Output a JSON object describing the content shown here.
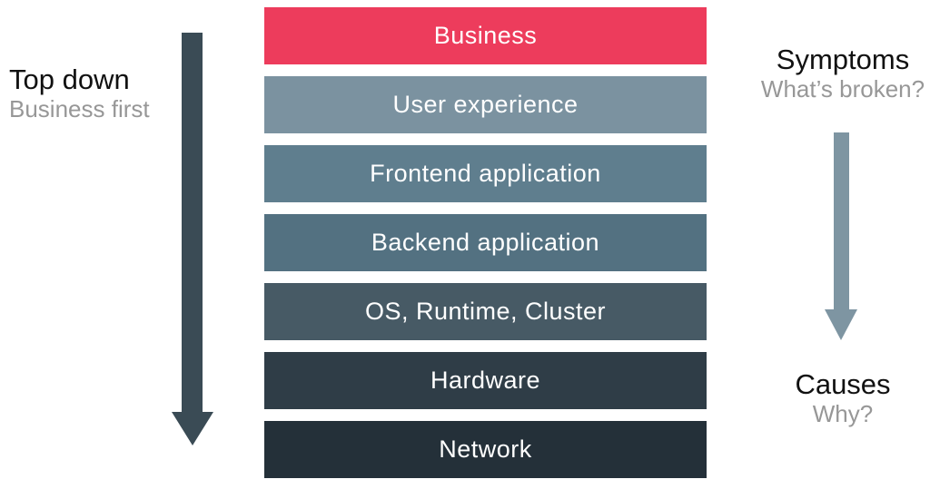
{
  "diagram": {
    "left_annotation": {
      "title": "Top down",
      "subtitle": "Business first"
    },
    "right_top_annotation": {
      "title": "Symptoms",
      "subtitle": "What’s broken?"
    },
    "right_bottom_annotation": {
      "title": "Causes",
      "subtitle": "Why?"
    },
    "layers": [
      {
        "label": "Business",
        "color": "#ed3c5c"
      },
      {
        "label": "User experience",
        "color": "#7b92a0"
      },
      {
        "label": "Frontend application",
        "color": "#5f7e8e"
      },
      {
        "label": "Backend application",
        "color": "#537181"
      },
      {
        "label": "OS, Runtime, Cluster",
        "color": "#475a65"
      },
      {
        "label": "Hardware",
        "color": "#2f3d47"
      },
      {
        "label": "Network",
        "color": "#243039"
      }
    ],
    "arrows": {
      "left_color": "#3a4b55",
      "right_color": "#7e95a2"
    },
    "colors": {
      "title_text": "#111111",
      "subtitle_text": "#979797",
      "layer_text": "#ffffff",
      "background": "#ffffff"
    }
  }
}
